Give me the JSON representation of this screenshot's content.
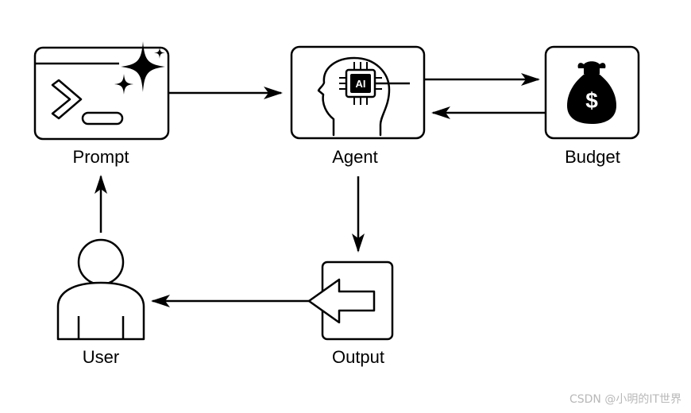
{
  "nodes": {
    "prompt": {
      "label": "Prompt",
      "icon": "terminal-sparkle-icon"
    },
    "agent": {
      "label": "Agent",
      "icon": "ai-head-icon",
      "chip_text": "AI"
    },
    "budget": {
      "label": "Budget",
      "icon": "money-bag-icon",
      "symbol": "$"
    },
    "output": {
      "label": "Output",
      "icon": "output-arrow-icon"
    },
    "user": {
      "label": "User",
      "icon": "user-icon"
    }
  },
  "watermark": "CSDN @小明的IT世界",
  "colors": {
    "stroke": "#000000",
    "background": "#ffffff",
    "watermark": "#b8b8b8"
  }
}
